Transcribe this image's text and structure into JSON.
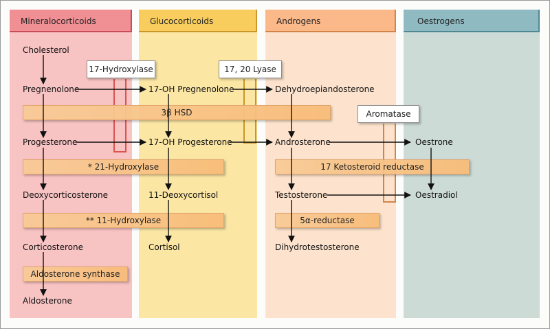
{
  "columns": {
    "mineralocorticoids": "Mineralocorticoids",
    "glucocorticoids": "Glucocorticoids",
    "androgens": "Androgens",
    "oestrogens": "Oestrogens"
  },
  "compounds": {
    "cholesterol": "Cholesterol",
    "pregnenolone": "Pregnenolone",
    "oh17_pregnenolone": "17-OH Pregnenolone",
    "dhea": "Dehydroepiandosterone",
    "progesterone": "Progesterone",
    "oh17_progesterone": "17-OH Progesterone",
    "androsterone": "Androsterone",
    "oestrone": "Oestrone",
    "deoxycorticosterone": "Deoxycorticosterone",
    "deoxycortisol": "11-Deoxycortisol",
    "testosterone": "Testosterone",
    "oestradiol": "Oestradiol",
    "corticosterone": "Corticosterone",
    "cortisol": "Cortisol",
    "dihydrotestosterone": "Dihydrotestosterone",
    "aldosterone": "Aldosterone"
  },
  "enzymes": {
    "hydroxylase17": "17-Hydroxylase",
    "lyase1720": "17, 20 Lyase",
    "hsd3b": "3β HSD",
    "aromatase": "Aromatase",
    "hydroxylase21": "* 21-Hydroxylase",
    "ketosteroid_reductase": "17 Ketosteroid reductase",
    "hydroxylase11": "** 11-Hydroxylase",
    "reductase5a": "5α-reductase",
    "aldosterone_synthase": "Aldosterone synthase"
  },
  "colors": {
    "mineralocorticoids": "#f8c3c3",
    "glucocorticoids": "#fbe6a4",
    "androgens": "#fde3cd",
    "oestrogens": "#cddbd7",
    "arrow": "#111111"
  }
}
